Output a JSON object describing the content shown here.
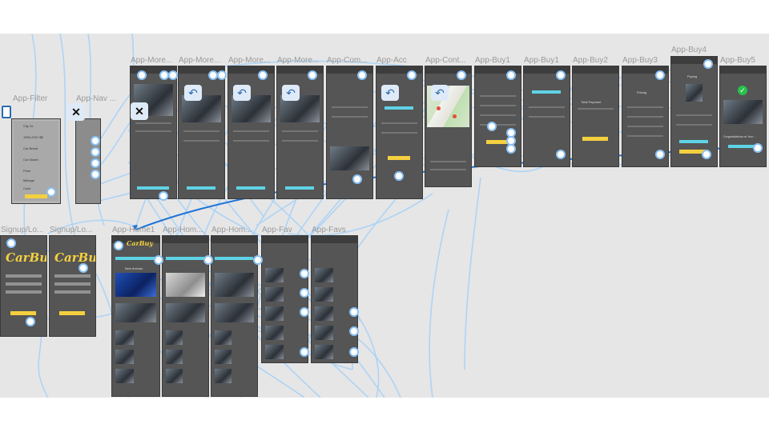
{
  "artboards": [
    {
      "label": "App-Filter",
      "name": "artboard-app-filter"
    },
    {
      "label": "App-Nav ...",
      "name": "artboard-app-nav"
    },
    {
      "label": "App-More...",
      "name": "artboard-app-more-1"
    },
    {
      "label": "App-More...",
      "name": "artboard-app-more-2"
    },
    {
      "label": "App-More...",
      "name": "artboard-app-more-3"
    },
    {
      "label": "App-More...",
      "name": "artboard-app-more-4"
    },
    {
      "label": "App-Com...",
      "name": "artboard-app-com"
    },
    {
      "label": "App-Acc",
      "name": "artboard-app-acc"
    },
    {
      "label": "App-Cont...",
      "name": "artboard-app-cont"
    },
    {
      "label": "App-Buy1",
      "name": "artboard-app-buy1-a"
    },
    {
      "label": "App-Buy1",
      "name": "artboard-app-buy1-b"
    },
    {
      "label": "App-Buy2",
      "name": "artboard-app-buy2"
    },
    {
      "label": "App-Buy3",
      "name": "artboard-app-buy3"
    },
    {
      "label": "App-Buy4",
      "name": "artboard-app-buy4"
    },
    {
      "label": "App-Buy5",
      "name": "artboard-app-buy5"
    },
    {
      "label": "Signup/Lo...",
      "name": "artboard-signup-1"
    },
    {
      "label": "Signup/Lo...",
      "name": "artboard-signup-2"
    },
    {
      "label": "App-Home1",
      "name": "artboard-app-home1"
    },
    {
      "label": "App-Hom...",
      "name": "artboard-app-home-2"
    },
    {
      "label": "App-Hom...",
      "name": "artboard-app-home-3"
    },
    {
      "label": "App-Fav",
      "name": "artboard-app-fav"
    },
    {
      "label": "App-Favs",
      "name": "artboard-app-favs"
    }
  ],
  "logo_text": "CarBuy",
  "buy4_header": "Paying",
  "buy3_header": "Pricing",
  "buy2_header": "Total Payment",
  "buy5_message": "Congratulations on Your ...",
  "home_section": "New Arrivals",
  "filter_items": [
    "City St.",
    "1990-2021 $$",
    "Car Brand",
    "Car Model",
    "Price",
    "Mileage",
    "Color"
  ],
  "icons": {
    "back": "back-arrow-icon",
    "close": "close-icon",
    "check": "check-icon",
    "device": "device-frame-icon"
  },
  "colors": {
    "canvas": "#e6e6e6",
    "wire": "#a9d2f7",
    "wire_highlight": "#1e73d8",
    "accent_yellow": "#f4d03f",
    "accent_cyan": "#5fd3e6"
  }
}
